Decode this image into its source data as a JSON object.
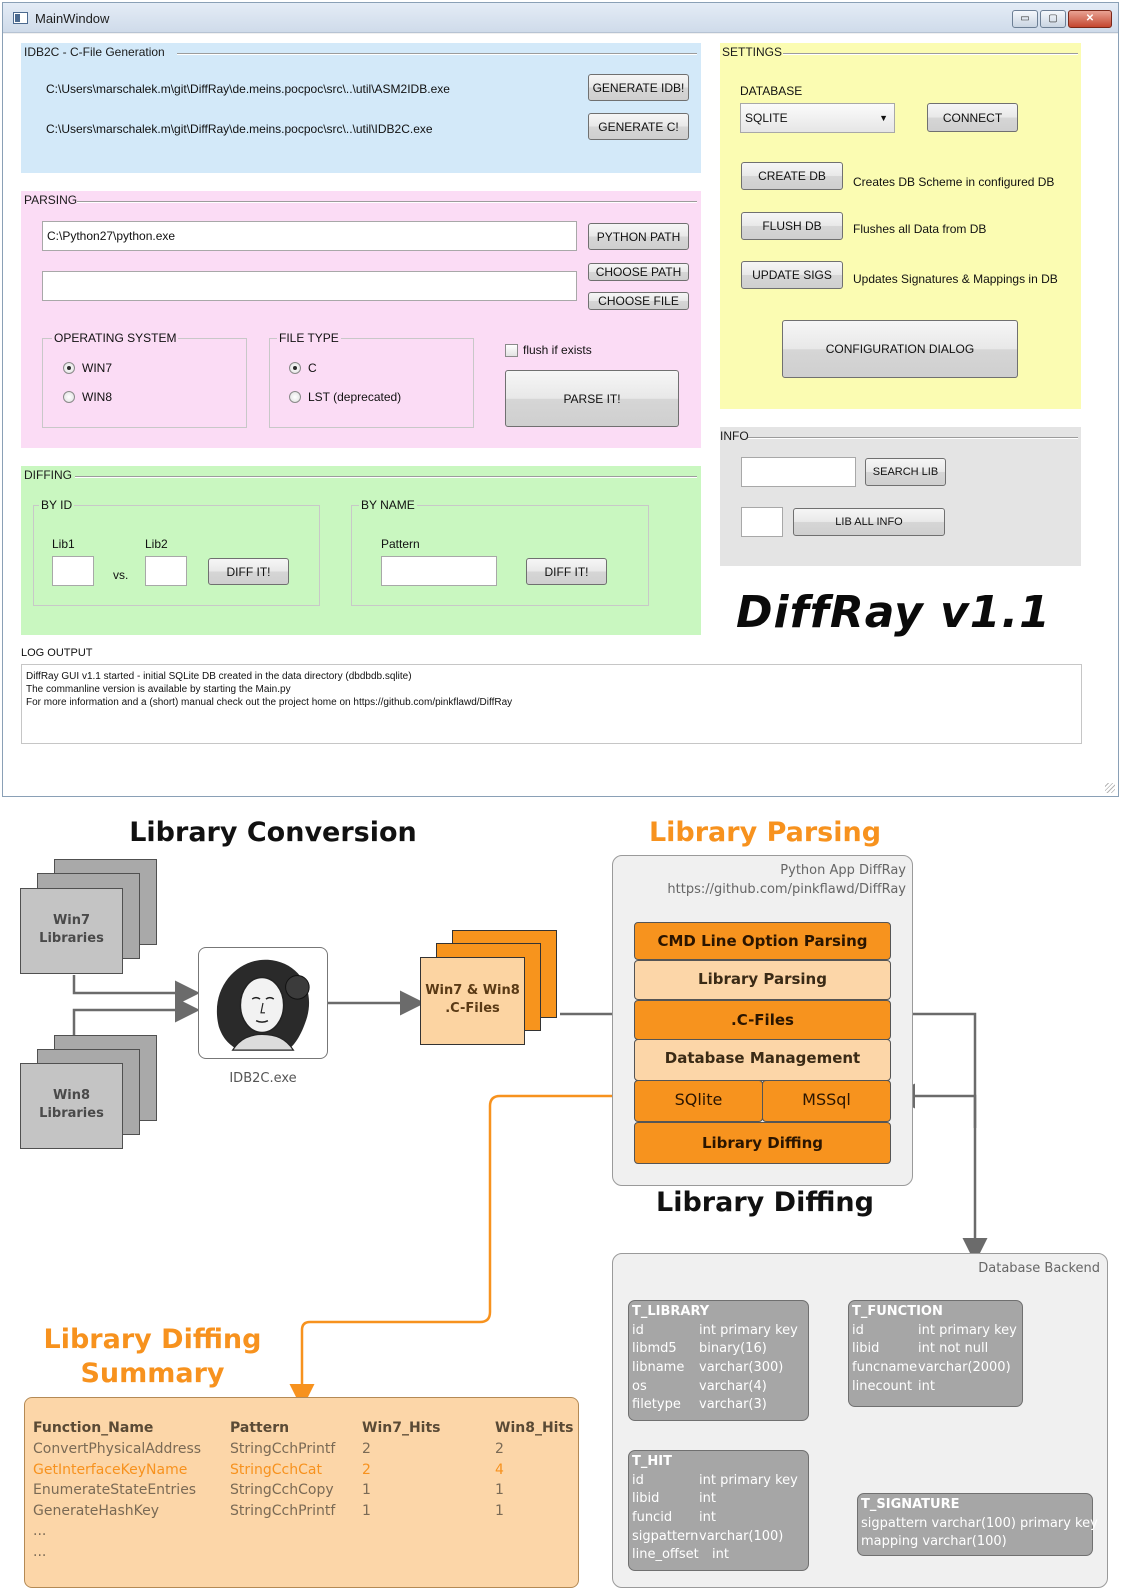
{
  "window": {
    "title": "MainWindow",
    "min_glyph": "▭",
    "max_glyph": "▢",
    "close_glyph": "✕"
  },
  "idb2c": {
    "title": "IDB2C - C-File Generation",
    "path1": "C:\\Users\\marschalek.m\\git\\DiffRay\\de.meins.pocpoc\\src\\..\\util\\ASM2IDB.exe",
    "path2": "C:\\Users\\marschalek.m\\git\\DiffRay\\de.meins.pocpoc\\src\\..\\util\\IDB2C.exe",
    "btn_generate_idb": "GENERATE IDB!",
    "btn_generate_c": "GENERATE C!",
    "color": "#d3e9f9"
  },
  "parsing": {
    "title": "PARSING",
    "python_path_value": "C:\\Python27\\python.exe",
    "path_value": "",
    "btn_python_path": "PYTHON PATH",
    "btn_choose_path": "CHOOSE PATH",
    "btn_choose_file": "CHOOSE FILE",
    "os_group": "OPERATING SYSTEM",
    "os_win7": "WIN7",
    "os_win8": "WIN8",
    "filetype_group": "FILE TYPE",
    "ft_c": "C",
    "ft_lst": "LST (deprecated)",
    "flush_label": "flush if exists",
    "btn_parse": "PARSE IT!",
    "color": "#fbdcf5"
  },
  "diffing": {
    "title": "DIFFING",
    "by_id": "BY ID",
    "lib1": "Lib1",
    "lib2": "Lib2",
    "vs": "vs.",
    "btn_diff_id": "DIFF IT!",
    "by_name": "BY NAME",
    "pattern": "Pattern",
    "btn_diff_name": "DIFF IT!",
    "color": "#c9f7c0"
  },
  "settings": {
    "title": "SETTINGS",
    "database_label": "DATABASE",
    "database_value": "SQLITE",
    "btn_connect": "CONNECT",
    "btn_create_db": "CREATE DB",
    "create_db_desc": "Creates DB Scheme in configured DB",
    "btn_flush_db": "FLUSH DB",
    "flush_db_desc": "Flushes all Data from DB",
    "btn_update_sigs": "UPDATE SIGS",
    "update_sigs_desc": "Updates Signatures & Mappings in DB",
    "btn_config": "CONFIGURATION DIALOG",
    "color": "#fbfcb2"
  },
  "info": {
    "title": "INFO",
    "btn_search_lib": "SEARCH LIB",
    "btn_lib_all_info": "LIB ALL INFO",
    "color": "#e4e4e4"
  },
  "brand": "DiffRay v1.1",
  "log": {
    "title": "LOG  OUTPUT",
    "line1": "DiffRay GUI v1.1 started - initial SQLite DB created in the data directory (dbdbdb.sqlite)",
    "line2": "The commanline version is available by starting the Main.py",
    "line3": "For more information and a (short) manual check out the project home on https://github.com/pinkflawd/DiffRay"
  },
  "diagram": {
    "h_conversion": "Library Conversion",
    "h_parsing": "Library Parsing",
    "h_diffing": "Library Diffing",
    "h_summary_1": "Library Diffing",
    "h_summary_2": "Summary",
    "win7_libs": "Win7\nLibraries",
    "win8_libs": "Win8\nLibraries",
    "idb2c_label": "IDB2C.exe",
    "cfiles": "Win7 & Win8\n.C-Files",
    "app_line1": "Python App DiffRay",
    "app_line2": "https://github.com/pinkflawd/DiffRay",
    "layers": {
      "cmd": "CMD Line Option Parsing",
      "parsing": "Library Parsing",
      "cfiles": ".C-Files",
      "dbm": "Database Management",
      "sqlite": "SQlite",
      "mssql": "MSSql",
      "diffing": "Library Diffing"
    },
    "db_backend": "Database Backend",
    "colors": {
      "orange": "#f7931e",
      "light_orange": "#fcd6a8",
      "grey": "#a6a6a6"
    },
    "tables": {
      "library": {
        "name": "T_LIBRARY",
        "rows": [
          [
            "id",
            "int primary key"
          ],
          [
            "libmd5",
            "binary(16)"
          ],
          [
            "libname",
            "varchar(300)"
          ],
          [
            "os",
            "varchar(4)"
          ],
          [
            "filetype",
            "varchar(3)"
          ]
        ]
      },
      "function": {
        "name": "T_FUNCTION",
        "rows": [
          [
            "id",
            "int primary key"
          ],
          [
            "libid",
            "int not null"
          ],
          [
            "funcname",
            "varchar(2000)"
          ],
          [
            "linecount",
            "int"
          ]
        ]
      },
      "hit": {
        "name": "T_HIT",
        "rows": [
          [
            "id",
            "int primary key"
          ],
          [
            "libid",
            "int"
          ],
          [
            "funcid",
            "int"
          ],
          [
            "sigpattern",
            "varchar(100)"
          ],
          [
            "line_offset",
            "int"
          ]
        ]
      },
      "signature": {
        "name": "T_SIGNATURE",
        "rows": [
          "sigpattern varchar(100) primary key",
          "mapping varchar(100)"
        ]
      }
    },
    "summary": {
      "headers": [
        "Function_Name",
        "Pattern",
        "Win7_Hits",
        "Win8_Hits"
      ],
      "rows": [
        [
          "ConvertPhysicalAddress",
          "StringCchPrintf",
          "2",
          "2"
        ],
        [
          "GetInterfaceKeyName",
          "StringCchCat",
          "2",
          "4"
        ],
        [
          "EnumerateStateEntries",
          "StringCchCopy",
          "1",
          "1"
        ],
        [
          "GenerateHashKey",
          "StringCchPrintf",
          "1",
          "1"
        ],
        [
          "...",
          "",
          "",
          ""
        ],
        [
          "...",
          "",
          "",
          ""
        ]
      ]
    }
  }
}
